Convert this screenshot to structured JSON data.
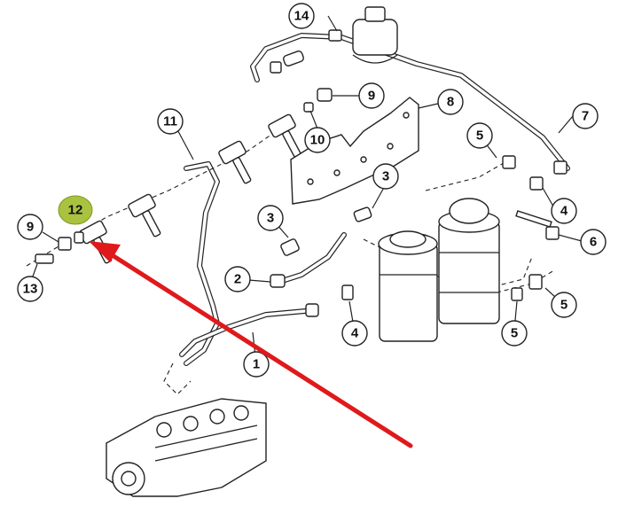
{
  "callouts": [
    {
      "id": "c1",
      "label": "1"
    },
    {
      "id": "c2",
      "label": "2"
    },
    {
      "id": "c3a",
      "label": "3"
    },
    {
      "id": "c3b",
      "label": "3"
    },
    {
      "id": "c4a",
      "label": "4"
    },
    {
      "id": "c4b",
      "label": "4"
    },
    {
      "id": "c5a",
      "label": "5"
    },
    {
      "id": "c5b",
      "label": "5"
    },
    {
      "id": "c5c",
      "label": "5"
    },
    {
      "id": "c6",
      "label": "6"
    },
    {
      "id": "c7",
      "label": "7"
    },
    {
      "id": "c8",
      "label": "8"
    },
    {
      "id": "c9a",
      "label": "9"
    },
    {
      "id": "c9b",
      "label": "9"
    },
    {
      "id": "c10",
      "label": "10"
    },
    {
      "id": "c11",
      "label": "11"
    },
    {
      "id": "c12",
      "label": "12",
      "highlighted": true
    },
    {
      "id": "c13",
      "label": "13"
    },
    {
      "id": "c14",
      "label": "14"
    }
  ],
  "colors": {
    "line": "#222222",
    "highlight_fill": "#a9c23f",
    "arrow": "#e0191b"
  },
  "arrow": {
    "target_callout": "12"
  }
}
